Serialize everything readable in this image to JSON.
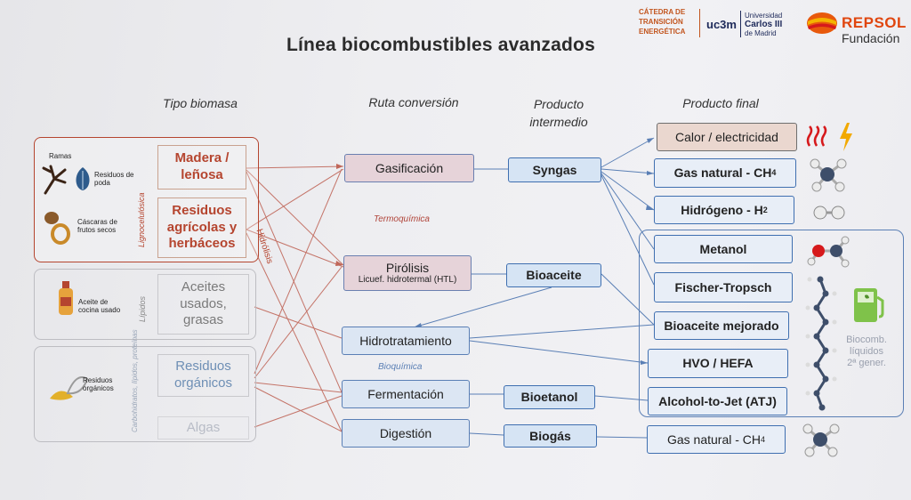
{
  "title": "Línea biocombustibles avanzados",
  "headers": {
    "tipo_biomasa": "Tipo biomasa",
    "ruta_conversion": "Ruta conversión",
    "producto_intermedio": "Producto intermedio",
    "producto_final": "Producto final"
  },
  "logos": {
    "catedra": [
      "CÁTEDRA DE",
      "TRANSICIÓN",
      "ENERGÉTICA"
    ],
    "uc3m": "uc3m",
    "universidad": [
      "Universidad",
      "Carlos III",
      "de Madrid"
    ],
    "repsol": "REPSOL",
    "fundacion": "Fundación"
  },
  "biomass": {
    "ligno": {
      "category": "Lignocelulósica",
      "icons": [
        "Ramas",
        "Residuos de poda",
        "Cáscaras de frutos secos"
      ],
      "items": [
        "Madera / leñosa",
        "Residuos agrícolas y herbáceos"
      ]
    },
    "lipidos": {
      "category": "Lípidos",
      "icons": [
        "Aceite de cocina usado"
      ],
      "items": [
        "Aceites usados, grasas"
      ]
    },
    "organicos": {
      "category": "Carbohidratos, lípidos, proteínas",
      "icons": [
        "Residuos orgánicos"
      ],
      "items": [
        "Residuos orgánicos",
        "Algas"
      ]
    }
  },
  "annotations": {
    "hidrolisis": "Hidrólisis",
    "termoquimica": "Termoquímica",
    "bioquimica": "Bioquímica"
  },
  "conversion": [
    "Gasificación",
    "Pirólisis",
    "Licuef. hidrotermal (HTL)",
    "Hidrotratamiento",
    "Fermentación",
    "Digestión"
  ],
  "intermediate": [
    "Syngas",
    "Bioaceite",
    "Bioetanol",
    "Biogás"
  ],
  "final": {
    "calor": "Calor / electricidad",
    "gas_natural_1": "Gas natural - CH",
    "h2": "Hidrógeno - H",
    "metanol": "Metanol",
    "fischer": "Fischer-Tropsch",
    "bioaceite_mejorado": "Bioaceite mejorado",
    "hvo": "HVO / HEFA",
    "atj": "Alcohol-to-Jet (ATJ)",
    "gas_natural_2": "Gas natural - CH",
    "sub4": "4",
    "sub2": "2"
  },
  "liquid_group_label": [
    "Biocomb.",
    "líquidos",
    "2ª gener."
  ],
  "colors": {
    "accent_red": "#b5452f",
    "blue_line": "#5a7fb5",
    "red_line": "#c0675a",
    "repsol_orange": "#e8590c"
  }
}
